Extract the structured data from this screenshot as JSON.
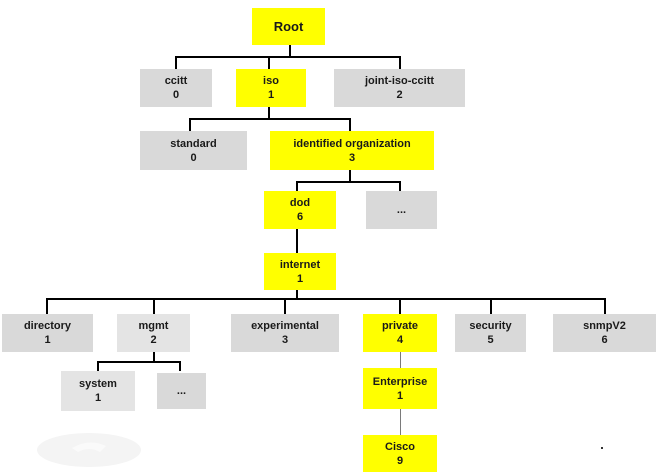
{
  "nodes": {
    "root": {
      "label": "Root",
      "value": ""
    },
    "ccitt": {
      "label": "ccitt",
      "value": "0"
    },
    "iso": {
      "label": "iso",
      "value": "1"
    },
    "joint": {
      "label": "joint-iso-ccitt",
      "value": "2"
    },
    "standard": {
      "label": "standard",
      "value": "0"
    },
    "identorg": {
      "label": "identified organization",
      "value": "3"
    },
    "dod": {
      "label": "dod",
      "value": "6"
    },
    "dod_more": {
      "label": "...",
      "value": ""
    },
    "internet": {
      "label": "internet",
      "value": "1"
    },
    "directory": {
      "label": "directory",
      "value": "1"
    },
    "mgmt": {
      "label": "mgmt",
      "value": "2"
    },
    "experimental": {
      "label": "experimental",
      "value": "3"
    },
    "private": {
      "label": "private",
      "value": "4"
    },
    "security": {
      "label": "security",
      "value": "5"
    },
    "snmpv2": {
      "label": "snmpV2",
      "value": "6"
    },
    "system": {
      "label": "system",
      "value": "1"
    },
    "mgmt_more": {
      "label": "...",
      "value": ""
    },
    "enterprise": {
      "label": "Enterprise",
      "value": "1"
    },
    "cisco": {
      "label": "Cisco",
      "value": "9"
    }
  },
  "colors": {
    "highlight": "#ffff00",
    "node_gray": "#d9d9d9",
    "node_lightgray": "#e4e4e4"
  }
}
